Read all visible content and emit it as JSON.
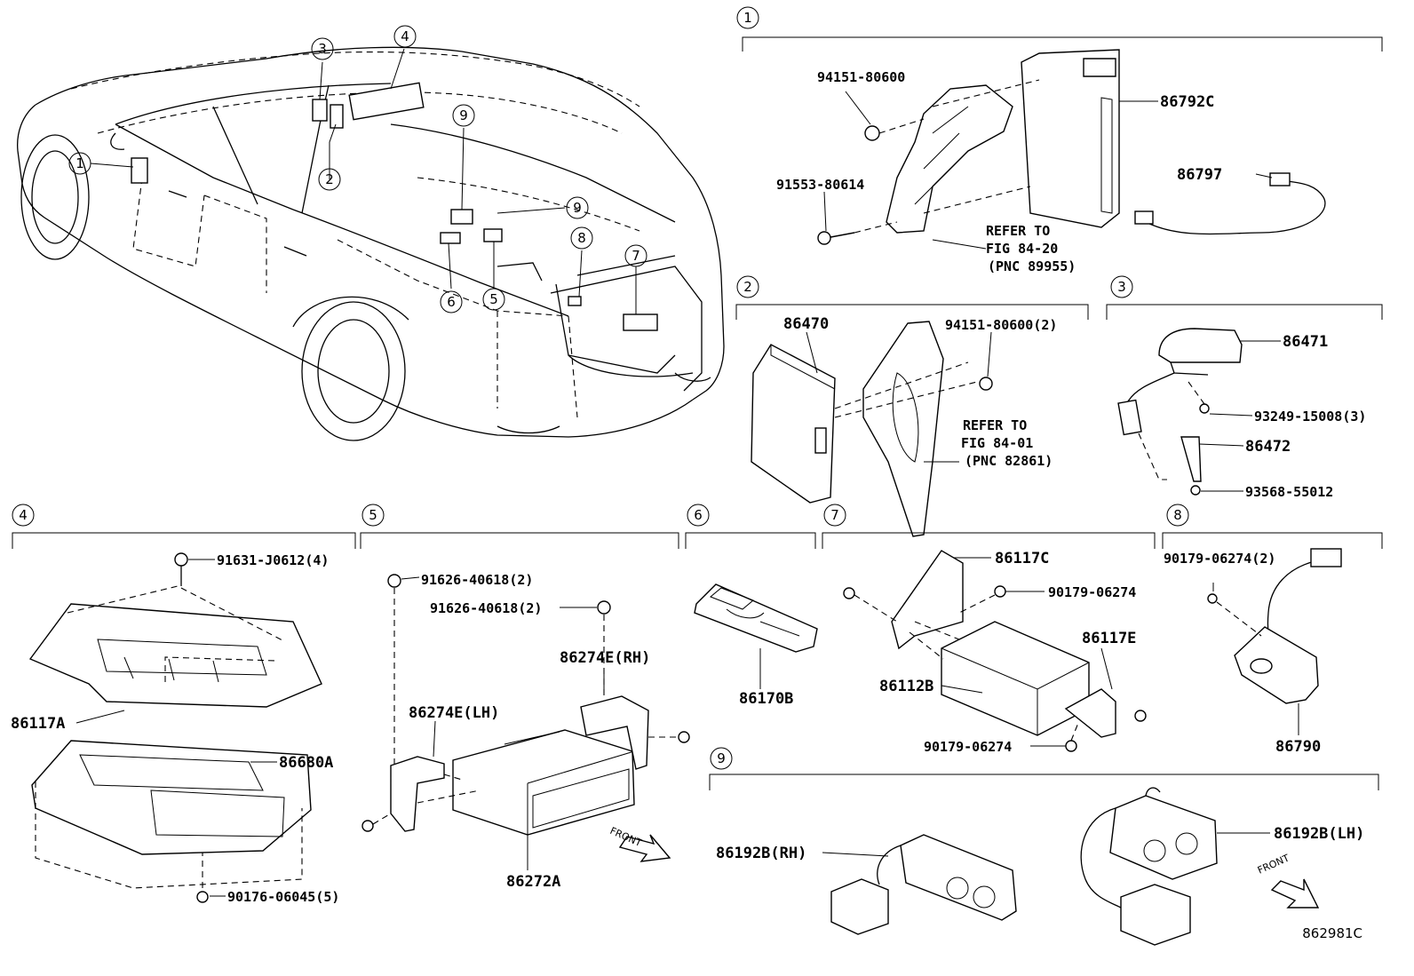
{
  "figure": {
    "id": "862981C",
    "front_label": "FRONT"
  },
  "section_markers": [
    "1",
    "2",
    "3",
    "4",
    "5",
    "6",
    "7",
    "8",
    "9"
  ],
  "overview_markers": [
    "1",
    "2",
    "3",
    "4",
    "5",
    "6",
    "7",
    "8",
    "9",
    "9"
  ],
  "parts": {
    "p1_a": "94151-80600",
    "p1_b": "86792C",
    "p1_c": "86797",
    "p1_d": "91553-80614",
    "p1_ref1": "REFER TO",
    "p1_ref2": "FIG 84-20",
    "p1_ref3": "(PNC 89955)",
    "p2_a": "86470",
    "p2_b": "94151-80600(2)",
    "p2_ref1": "REFER TO",
    "p2_ref2": "FIG 84-01",
    "p2_ref3": "(PNC 82861)",
    "p3_a": "86471",
    "p3_b": "93249-15008(3)",
    "p3_c": "86472",
    "p3_d": "93568-55012",
    "p4_a": "91631-J0612(4)",
    "p4_b": "86117A",
    "p4_c": "86680A",
    "p4_d": "90176-06045(5)",
    "p5_a": "91626-40618(2)",
    "p5_b": "91626-40618(2)",
    "p5_c": "86274E(RH)",
    "p5_d": "86274E(LH)",
    "p5_e": "86272A",
    "p6_a": "86170B",
    "p7_a": "86117C",
    "p7_b": "90179-06274",
    "p7_c": "86117E",
    "p7_d": "86112B",
    "p7_e": "90179-06274",
    "p8_a": "90179-06274(2)",
    "p8_b": "86790",
    "p9_a": "86192B(RH)",
    "p9_b": "86192B(LH)"
  }
}
